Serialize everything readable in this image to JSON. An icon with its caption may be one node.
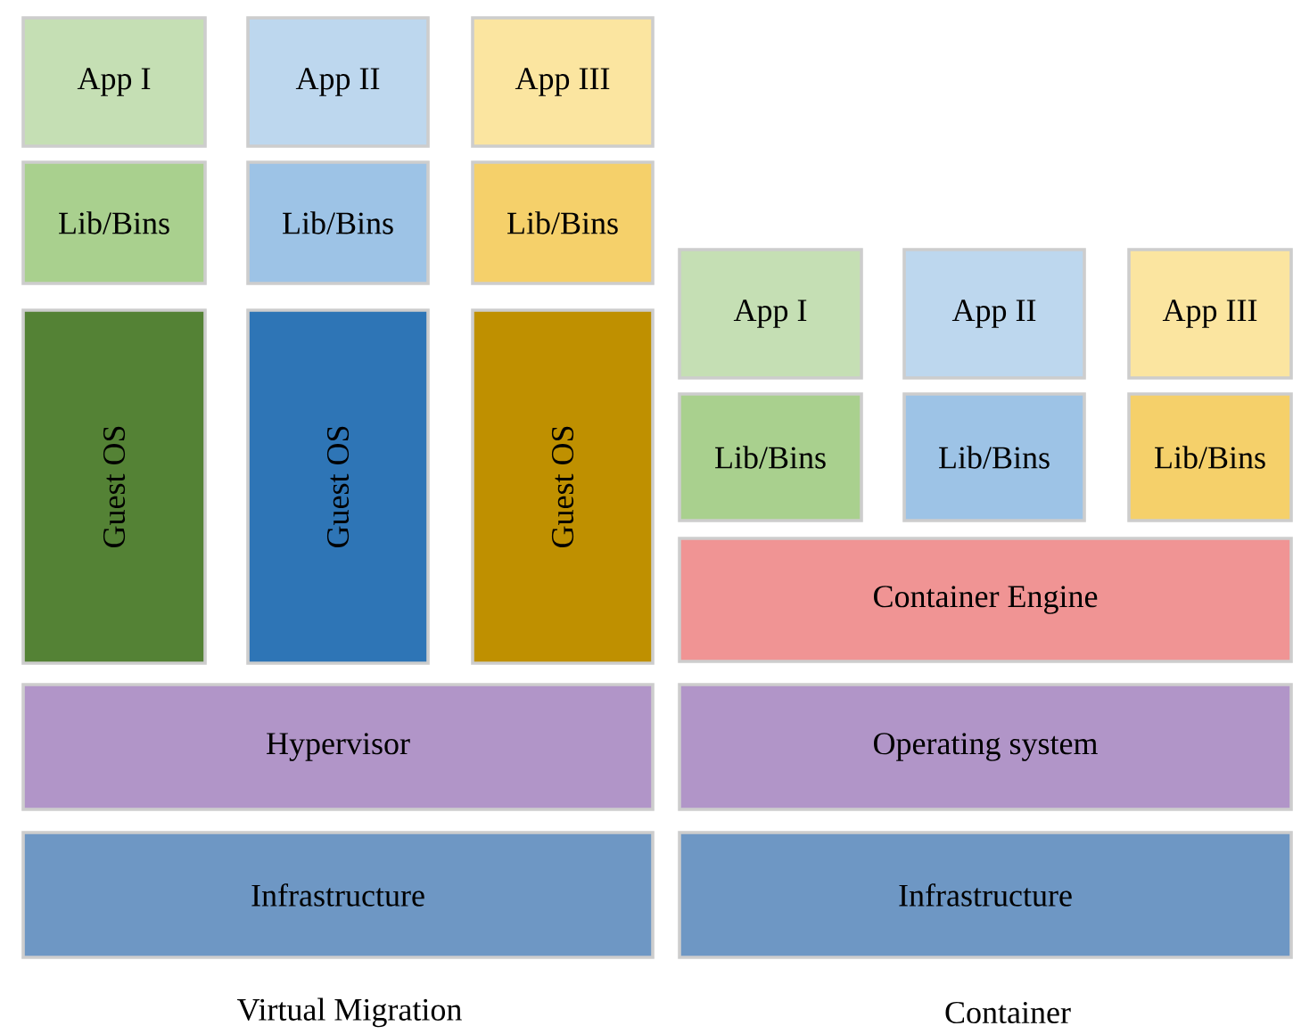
{
  "diagram": {
    "nodes": [
      {
        "text": [
          "App I"
        ]
      },
      {
        "text": [
          "App II"
        ]
      },
      {
        "text": [
          "App III"
        ]
      },
      {
        "text": [
          "Lib/Bins"
        ]
      },
      {
        "text": [
          "Lib/Bins"
        ]
      },
      {
        "text": [
          "Lib/Bins"
        ]
      },
      {
        "text": [
          "Guest OS"
        ]
      },
      {
        "text": [
          "Guest OS"
        ]
      },
      {
        "text": [
          "Guest OS"
        ]
      },
      {
        "text": [
          "Hypervisor"
        ]
      },
      {
        "text": [
          "Infrastructure"
        ]
      },
      {
        "text": [
          "App I"
        ]
      },
      {
        "text": [
          "App II"
        ]
      },
      {
        "text": [
          "App III"
        ]
      },
      {
        "text": [
          "Lib/Bins"
        ]
      },
      {
        "text": [
          "Lib/Bins"
        ]
      },
      {
        "text": [
          "Lib/Bins"
        ]
      },
      {
        "text": [
          "Container Engine"
        ]
      },
      {
        "text": [
          "Operating system"
        ]
      },
      {
        "text": [
          "Infrastructure"
        ]
      }
    ],
    "labels": [
      "Virtual Migration",
      "Container"
    ]
  }
}
